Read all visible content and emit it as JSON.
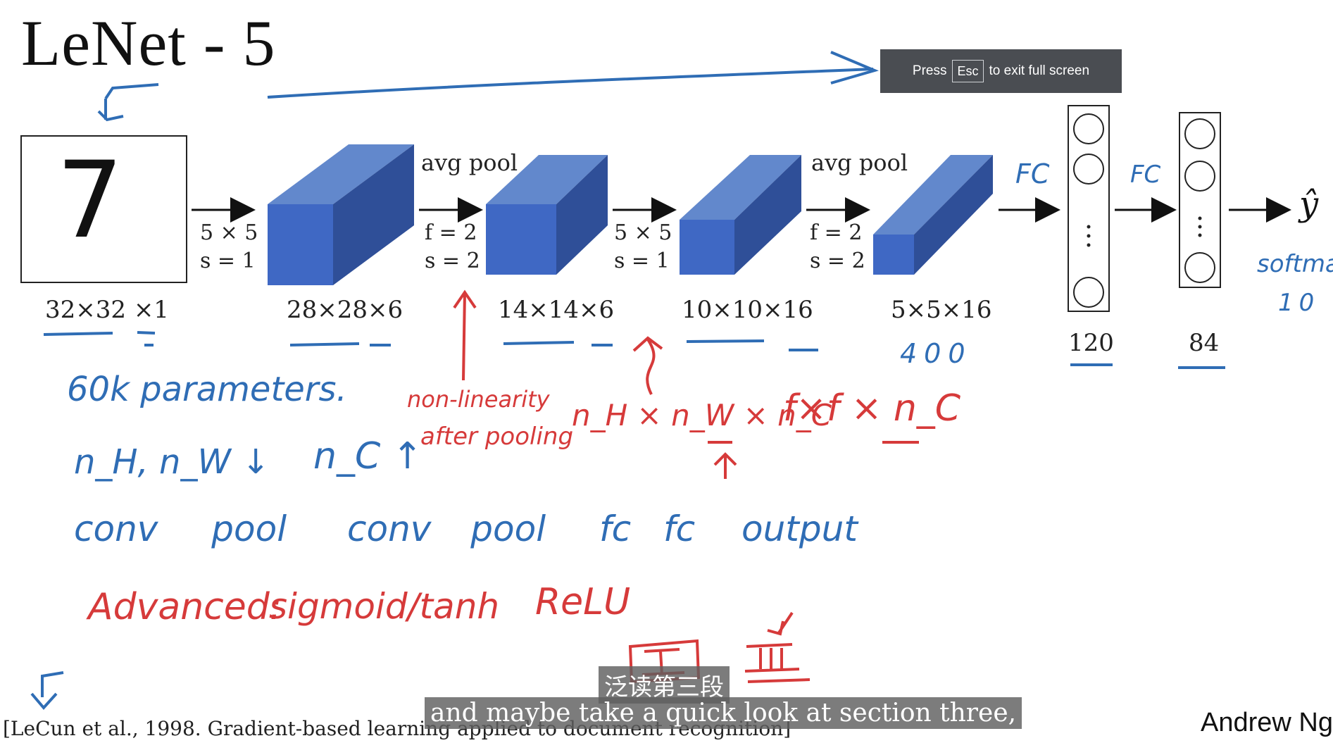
{
  "title": "LeNet - 5",
  "input": {
    "digit": "7",
    "dims": "32×32 ×1"
  },
  "layers": [
    {
      "id": "conv1",
      "dims": "28×28×6"
    },
    {
      "id": "pool1",
      "dims": "14×14×6"
    },
    {
      "id": "conv2",
      "dims": "10×10×16"
    },
    {
      "id": "pool2",
      "dims": "5×5×16",
      "note": "400"
    }
  ],
  "ops": [
    {
      "id": "op1",
      "line1": "5 × 5",
      "line2": "s = 1"
    },
    {
      "id": "op2",
      "header": "avg pool",
      "line1": "f = 2",
      "line2": "s = 2"
    },
    {
      "id": "op3",
      "line1": "5 × 5",
      "line2": "s = 1"
    },
    {
      "id": "op4",
      "header": "avg pool",
      "line1": "f = 2",
      "line2": "s = 2"
    }
  ],
  "fc": [
    {
      "label": "FC",
      "units": "120"
    },
    {
      "label": "FC",
      "units": "84"
    }
  ],
  "output": {
    "symbol": "ŷ",
    "note1": "softmax",
    "note2": "10"
  },
  "annotations": {
    "params": "60k parameters.",
    "shrink": "n_H, n_W ↓",
    "grow": "n_C ↑",
    "nonlin": "non-linearity",
    "after_pool": "after pooling",
    "nh_na_nc": "n_H × n_W × n_C",
    "fxf_nc": "f×f × n_C",
    "sequence": [
      "conv",
      "pool",
      "conv",
      "pool",
      "fc",
      "fc",
      "output"
    ],
    "advanced": "Advanced:",
    "sigmoid": "sigmoid/tanh",
    "relu": "ReLU",
    "section2": "II",
    "section3": "III"
  },
  "fullscreen_toast": {
    "press": "Press",
    "key": "Esc",
    "rest": "to exit full screen"
  },
  "citation": "[LeCun et al., 1998. Gradient-based learning applied to document recognition]",
  "author": "Andrew Ng",
  "subtitles": {
    "chinese": "泛读第三段",
    "english": "and maybe take a quick look at section three,"
  },
  "colors": {
    "volume_front": "#3f68c4",
    "volume_top": "#6288cc",
    "volume_side": "#2f4f98",
    "ink_blue": "#2f6db5",
    "ink_red": "#d63a3a",
    "toast_bg": "#4a4d52"
  }
}
